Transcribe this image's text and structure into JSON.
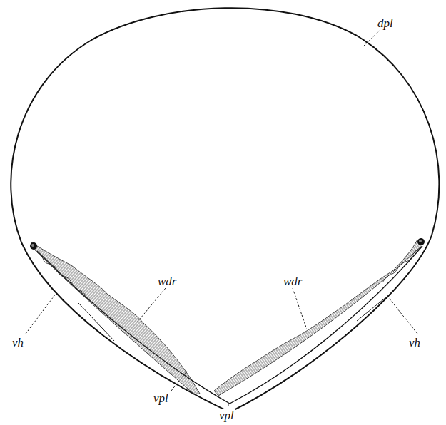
{
  "diagram": {
    "labels": [
      "dpl",
      "wdr",
      "wdr",
      "vh",
      "vh",
      "vpl",
      "vpl"
    ]
  }
}
